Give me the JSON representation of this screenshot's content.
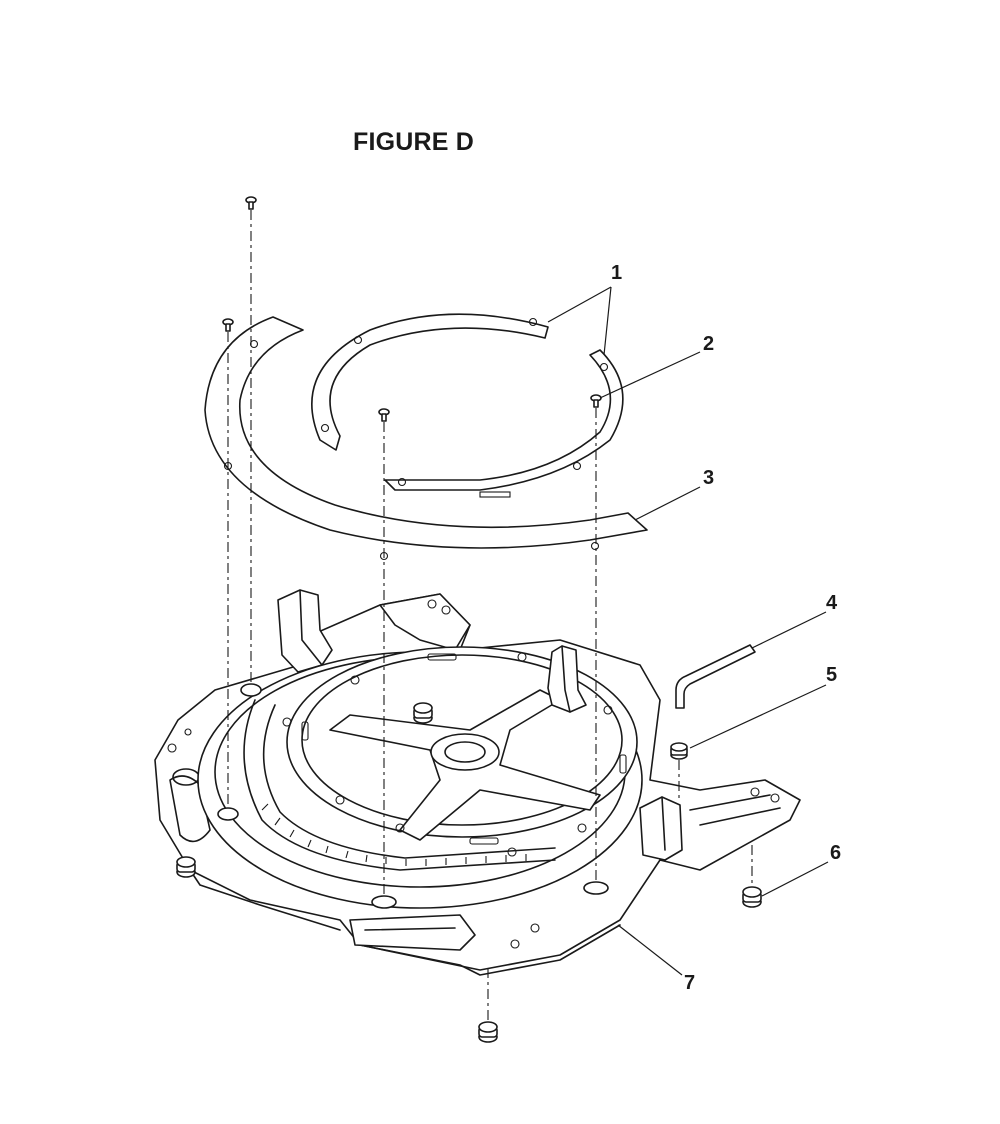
{
  "figure": {
    "title": "FIGURE D"
  },
  "callouts": [
    {
      "id": "1",
      "label": "1"
    },
    {
      "id": "2",
      "label": "2"
    },
    {
      "id": "3",
      "label": "3"
    },
    {
      "id": "4",
      "label": "4"
    },
    {
      "id": "5",
      "label": "5"
    },
    {
      "id": "6",
      "label": "6"
    },
    {
      "id": "7",
      "label": "7"
    }
  ],
  "colors": {
    "ink": "#1a1a1a",
    "paper": "#ffffff"
  }
}
